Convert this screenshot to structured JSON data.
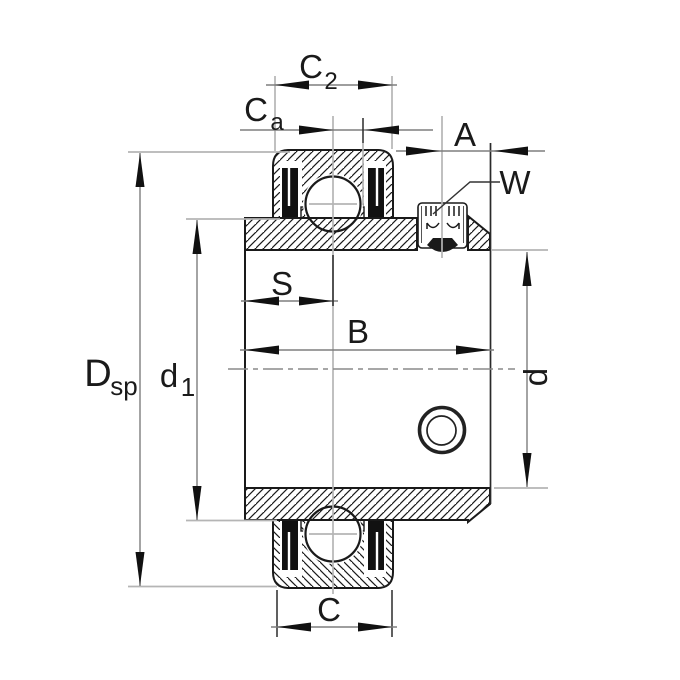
{
  "figure": {
    "type": "technical-drawing",
    "subject": "radial insert ball bearing cross-section with set screw"
  },
  "labels": {
    "c2": {
      "main": "C",
      "sub": "2"
    },
    "ca": {
      "main": "C",
      "sub": "a"
    },
    "a": "A",
    "w": "W",
    "s": "S",
    "b": "B",
    "dsp": {
      "main": "D",
      "sub": "sp"
    },
    "d1": {
      "main": "d",
      "sub": "1"
    },
    "d": "d",
    "c": "C"
  },
  "colors": {
    "outline": "#1a1a1a",
    "dimension_line": "#7e7e7e",
    "extension_line": "#b5b5b5",
    "arrow": "#111111",
    "background": "#ffffff"
  }
}
